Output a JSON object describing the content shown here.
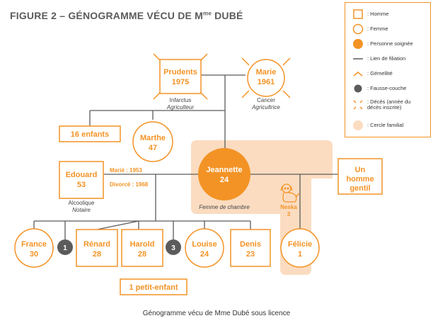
{
  "title": {
    "main": "FIGURE 2 – GÉNOGRAMME VÉCU DE M",
    "sup": "me",
    "end": " DUBÉ"
  },
  "caption": "Génogramme vécu de Mme Dubé sous licence",
  "colors": {
    "accent": "#f39325",
    "family_circle": "#fbdcc0",
    "miscarriage": "#5b5b5b",
    "line": "#5b5b5b"
  },
  "people": {
    "prudents": {
      "name": "Prudents",
      "year": "1975",
      "note1": "Infarctus",
      "note2": "Agriculteur"
    },
    "marie": {
      "name": "Marie",
      "year": "1961",
      "note1": "Cancer",
      "note2": "Agricultrice"
    },
    "enfants16": {
      "label": "16 enfants"
    },
    "marthe": {
      "name": "Marthe",
      "age": "47"
    },
    "jeannette": {
      "name": "Jeannette",
      "age": "24",
      "note": "Femme de chambre"
    },
    "edouard": {
      "name": "Edouard",
      "age": "53",
      "note1": "Alcoolique",
      "note2": "Notaire",
      "married": "Marié : 1953",
      "divorced": "Divorcé : 1968"
    },
    "homme": {
      "line1": "Un",
      "line2": "homme",
      "line3": "gentil"
    },
    "neska": {
      "name": "Neska",
      "age": "3"
    },
    "felicie": {
      "name": "Félicie",
      "age": "1"
    },
    "france": {
      "name": "France",
      "age": "30"
    },
    "renard": {
      "name": "Rénard",
      "age": "28"
    },
    "harold": {
      "name": "Harold",
      "age": "28"
    },
    "louise": {
      "name": "Louise",
      "age": "24"
    },
    "denis": {
      "name": "Denis",
      "age": "23"
    },
    "miscarriage1": "1",
    "miscarriage2": "3",
    "petitenfant": {
      "label": "1 petit-enfant"
    }
  },
  "legend": [
    {
      "icon": "square-icon",
      "label": ": Homme"
    },
    {
      "icon": "circle-icon",
      "label": ": Femme"
    },
    {
      "icon": "filled-circle-icon",
      "label": ": Personne soignée"
    },
    {
      "icon": "line-icon",
      "label": ": Lien de filiation"
    },
    {
      "icon": "chevron-icon",
      "label": ": Gémellité"
    },
    {
      "icon": "grey-dot-icon",
      "label": ": Fausse-couche"
    },
    {
      "icon": "death-cross-icon",
      "label": ": Décès (année du décès inscrite)"
    },
    {
      "icon": "family-circle-icon",
      "label": ": Cercle familial"
    }
  ]
}
